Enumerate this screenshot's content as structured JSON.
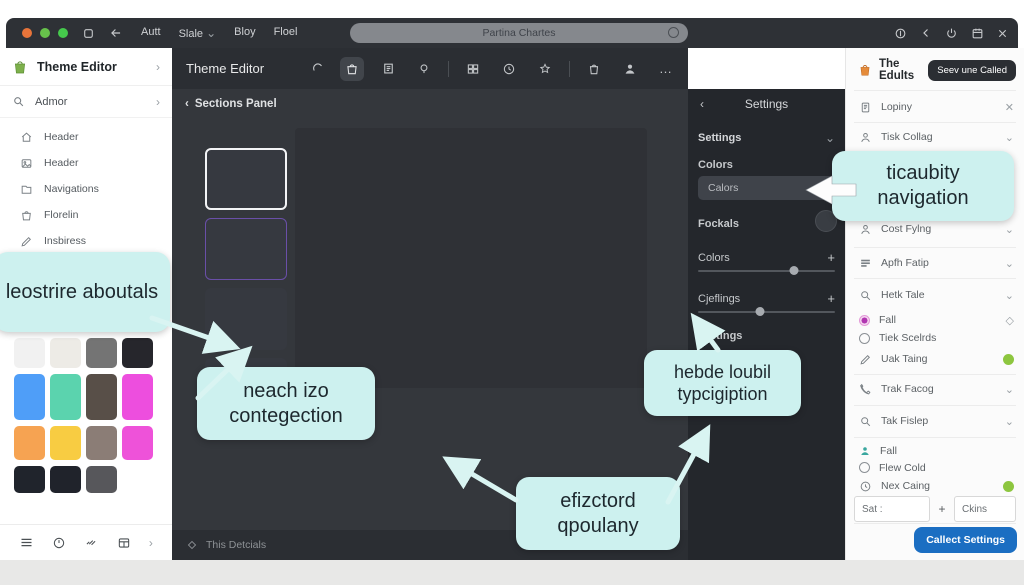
{
  "browser": {
    "menu": [
      "Autt",
      "Slale",
      "Bloy",
      "Floel"
    ],
    "address": "Partina Chartes",
    "traffic_lights": [
      "#e8743a",
      "#67c24b",
      "#45c94c"
    ]
  },
  "sidebar": {
    "title": "Theme Editor",
    "search_label": "Admor",
    "items": [
      {
        "label": "Header",
        "icon": "home-icon"
      },
      {
        "label": "Header",
        "icon": "image-icon"
      },
      {
        "label": "Navigations",
        "icon": "folder-icon"
      },
      {
        "label": "Florelin",
        "icon": "bag-icon"
      },
      {
        "label": "Insbiress",
        "icon": "pen-icon"
      }
    ],
    "palette": [
      [
        "#f1f1f1",
        "#edebe6",
        "#747474",
        "#26262c"
      ],
      [
        "#4f9ef8",
        "#5bd3ae",
        "#584f48",
        "#ed4ede"
      ],
      [
        "#f6a352",
        "#f8cc42",
        "#8b7d76",
        "#ee52d9"
      ],
      [
        "#20242c",
        "#20232b",
        "#57575b"
      ]
    ]
  },
  "editor": {
    "title": "Theme Editor",
    "back_label": "Sections Panel",
    "status_label": "This Detcials"
  },
  "settings": {
    "header": "Settings",
    "group_label": "Settings",
    "colors_label": "Colors",
    "input_value": "Calors",
    "fockals_label": "Fockals",
    "slider1_label": "Colors",
    "slider1_value": 70,
    "slider2_label": "Cjeflings",
    "slider2_value": 45,
    "testings_label": "Testings",
    "plus": "+"
  },
  "right_panel": {
    "title": "The Edults",
    "header_button": "Seev une Called",
    "rows": [
      {
        "label": "Lopiny"
      },
      {
        "label": "Tisk Collag"
      },
      {
        "label": "Cost Fylng"
      },
      {
        "label": "Apfh Fatip"
      },
      {
        "label": "Hetk Tale"
      },
      {
        "label": "Fall"
      },
      {
        "label": "Tiek Scelrds"
      },
      {
        "label": "Uak Taing"
      },
      {
        "label": "Trak Facog"
      },
      {
        "label": "Tak Fislep"
      },
      {
        "label": "Fall"
      },
      {
        "label": "Flew Cold"
      },
      {
        "label": "Nex Caing"
      }
    ],
    "input1": "Sat :",
    "plus": "+",
    "input2": "Ckins",
    "footer_button": "Callect Settings",
    "accent_blue": "#1b6ec2",
    "accent_green": "#8dc63f",
    "accent_magenta": "#b136b1"
  },
  "callouts": {
    "c1": "leostrire aboutals",
    "c2": "neach izo contegection",
    "c3": "hebde loubil typcigiption",
    "c4": "efizctord qpoulany",
    "c5": "ticaubity navigation"
  },
  "colors": {
    "topbar": "#2e3136",
    "main_bg": "#34373c",
    "panel_dark": "#24272c",
    "callout_bg": "#cdf1ef"
  }
}
